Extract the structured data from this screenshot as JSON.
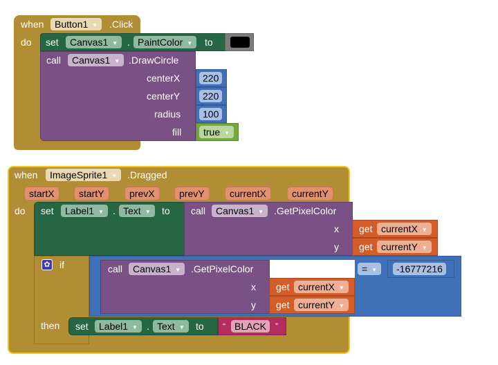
{
  "block1": {
    "event": {
      "when": "when",
      "component": "Button1",
      "event": ".Click",
      "do": "do"
    },
    "set": {
      "set": "set",
      "component": "Canvas1",
      "dot": ".",
      "property": "PaintColor",
      "to": "to",
      "color": "#000000"
    },
    "call": {
      "call": "call",
      "component": "Canvas1",
      "method": ".DrawCircle",
      "args": [
        {
          "label": "centerX",
          "value": "220"
        },
        {
          "label": "centerY",
          "value": "220"
        },
        {
          "label": "radius",
          "value": "100"
        },
        {
          "label": "fill",
          "value": "true"
        }
      ]
    }
  },
  "block2": {
    "event": {
      "when": "when",
      "component": "ImageSprite1",
      "event": ".Dragged",
      "do": "do",
      "params": [
        "startX",
        "startY",
        "prevX",
        "prevY",
        "currentX",
        "currentY"
      ]
    },
    "set1": {
      "set": "set",
      "component": "Label1",
      "dot": ".",
      "property": "Text",
      "to": "to",
      "call": "call",
      "call_component": "Canvas1",
      "method": ".GetPixelColor",
      "x_label": "x",
      "y_label": "y",
      "get": "get",
      "x_var": "currentX",
      "y_var": "currentY"
    },
    "if": {
      "if": "if",
      "call": "call",
      "call_component": "Canvas1",
      "method": ".GetPixelColor",
      "x_label": "x",
      "y_label": "y",
      "get": "get",
      "x_var": "currentX",
      "y_var": "currentY",
      "operator": "=",
      "compare_value": "-16777216",
      "then": "then"
    },
    "set2": {
      "set": "set",
      "component": "Label1",
      "dot": ".",
      "property": "Text",
      "to": "to",
      "open_quote": "“",
      "text": "BLACK",
      "close_quote": "”"
    }
  }
}
